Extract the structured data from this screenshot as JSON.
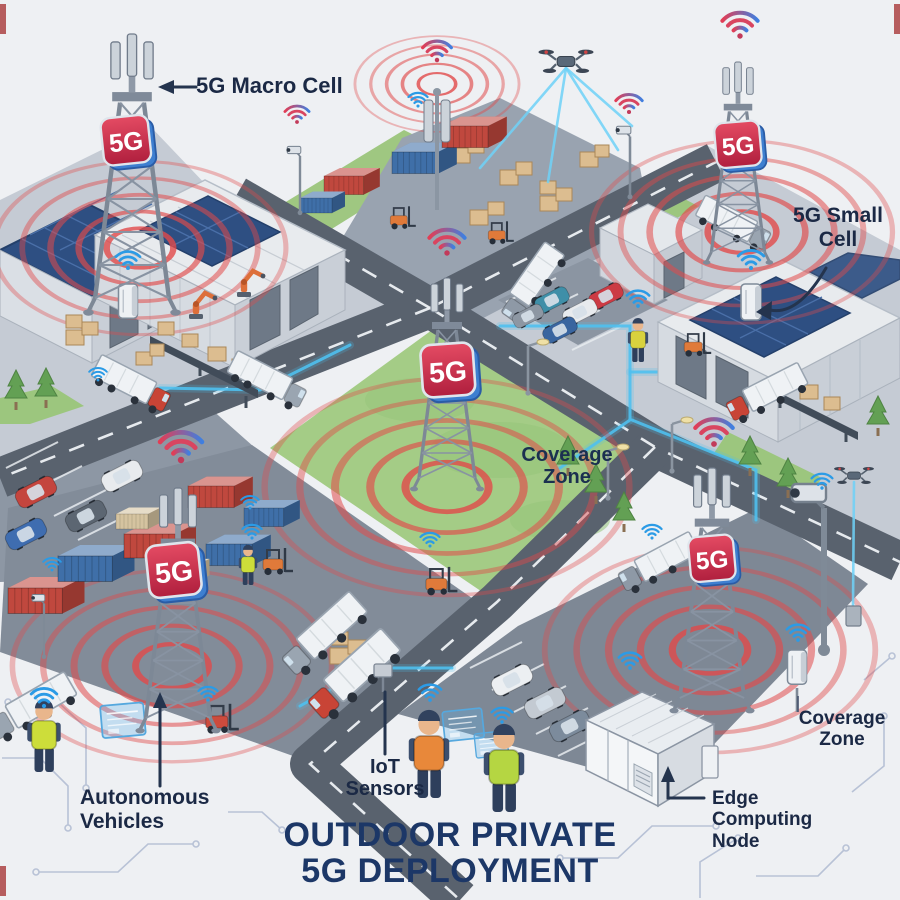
{
  "scene": {
    "type": "isometric-illustration",
    "subject": "Outdoor private 5G deployment across an industrial campus with towers, warehouses, container yards, vehicles and workers"
  },
  "title": {
    "lines": [
      "OUTDOOR PRIVATE",
      "5G DEPLOYMENT"
    ]
  },
  "annotations": {
    "macro_cell": {
      "lines": [
        "5G Macro Cell"
      ]
    },
    "small_cell": {
      "lines": [
        "5G Small",
        "Cell"
      ]
    },
    "coverage_zone_center": {
      "lines": [
        "Coverage",
        "Zone"
      ]
    },
    "coverage_zone_right": {
      "lines": [
        "Coverage",
        "Zone"
      ]
    },
    "autonomous_vehicles": {
      "lines": [
        "Autonomous",
        "Vehicles"
      ]
    },
    "iot_sensors": {
      "lines": [
        "IoT",
        "Sensors"
      ]
    },
    "edge_computing_node": {
      "lines": [
        "Edge",
        "Computing",
        "Node"
      ]
    }
  },
  "tower_sign_text": "5G",
  "colors": {
    "background": "#eef0f3",
    "coverage_ripple_red": "#e14a4a",
    "wifi_blue": "#2b9be6",
    "wifi_red": "#e23d55",
    "sign_red": "#c52a45",
    "sign_blue": "#3e7fd0",
    "grass_green": "#a4cc86",
    "road_gray": "#59626e",
    "solar_panel_blue": "#2e4f82",
    "label_text": "#1b2945",
    "title_text": "#1c3767"
  },
  "icons": {
    "wifi_icon": "three-arc wireless signal",
    "ripple_icon": "concentric coverage circles",
    "tower_icon": "lattice 5G mast with antennas",
    "drone_icon": "quadcopter",
    "camera_icon": "pole-mounted security camera",
    "worker_icon": "person in hi-vis vest",
    "forklift_icon": "forklift",
    "truck_icon": "cargo truck",
    "container_icon": "shipping container",
    "edge_node_icon": "containerized edge compute cabinet"
  }
}
